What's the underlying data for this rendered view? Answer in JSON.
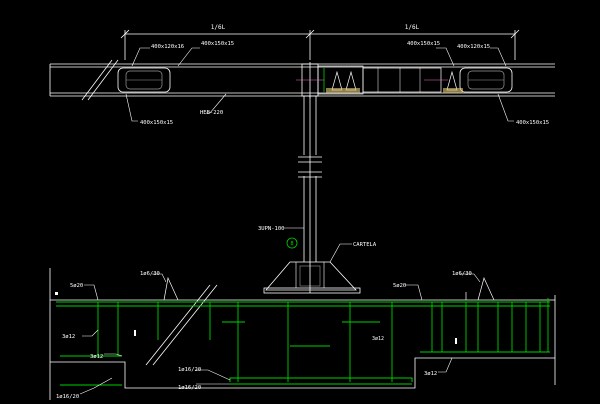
{
  "colors": {
    "background": "#000000",
    "line": "#ffffff",
    "rebar": "#00d000",
    "steel_gray": "#9a9a9a",
    "pink": "#ff66cc",
    "yellow": "#d8c070"
  },
  "labels": {
    "dim_left": "1/6L",
    "dim_right": "1/6L",
    "plate_top_left_a": "400x120x16",
    "plate_top_left_b": "400x150x15",
    "plate_top_right_a": "400x150x15",
    "plate_top_right_b": "400x120x15",
    "heb": "HEB-220",
    "plate_bottom_left": "400x150x15",
    "plate_bottom_right": "400x150x15",
    "upn": "3UPN-100",
    "marker": "B",
    "cartela": "CARTELA",
    "rebar_top_left": "5ø20",
    "rebar_top_right": "5ø20",
    "stirrup_left": "1ø6/30",
    "stirrup_right": "1ø6/30",
    "bar_3012_a": "3ø12",
    "bar_3012_b": "3ø12",
    "bar_3012_c": "3ø12",
    "bar_3012_mid": "3ø12",
    "bottom_1": "1ø16/20",
    "bottom_2": "1ø16/20",
    "bottom_3": "1ø16/20"
  }
}
